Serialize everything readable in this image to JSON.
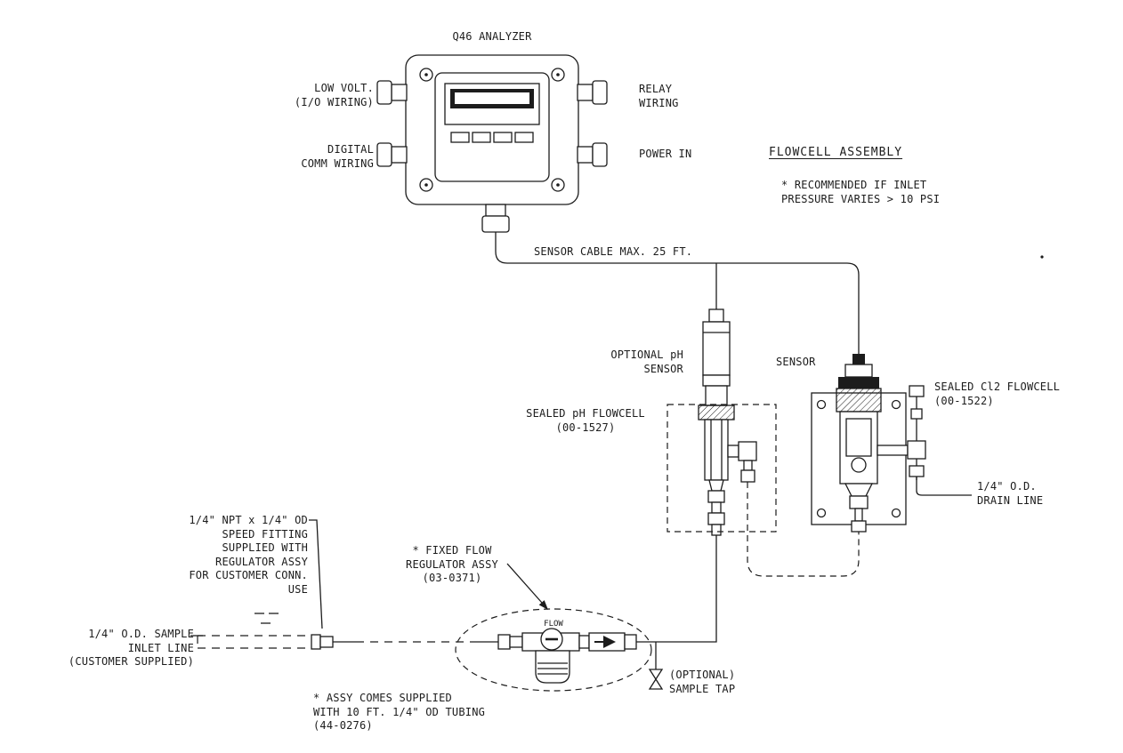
{
  "labels": {
    "analyzer_title": "Q46 ANALYZER",
    "low_volt": "LOW VOLT.\n(I/O WIRING)",
    "digital_comm": "DIGITAL\nCOMM WIRING",
    "relay_wiring": "RELAY\nWIRING",
    "power_in": "POWER IN",
    "flowcell_heading": "FLOWCELL ASSEMBLY",
    "flowcell_note": "* RECOMMENDED IF INLET\nPRESSURE VARIES > 10 PSI",
    "sensor_cable": "SENSOR CABLE MAX. 25 FT.",
    "optional_ph_sensor": "OPTIONAL pH\nSENSOR",
    "sensor": "SENSOR",
    "sealed_ph_flowcell": "SEALED pH FLOWCELL\n(00-1527)",
    "sealed_cl2_flowcell": "SEALED Cl2 FLOWCELL\n(00-1522)",
    "drain_line": "1/4\" O.D.\nDRAIN LINE",
    "speed_fitting": "1/4\" NPT x 1/4\" OD\nSPEED FITTING\nSUPPLIED WITH\nREGULATOR ASSY\nFOR CUSTOMER CONN.\nUSE",
    "sample_inlet": "1/4\" O.D. SAMPLE\nINLET LINE\n(CUSTOMER SUPPLIED)",
    "fixed_flow": "* FIXED FLOW\nREGULATOR ASSY\n(03-0371)",
    "assy_note": "* ASSY COMES SUPPLIED\nWITH 10 FT. 1/4\" OD TUBING\n(44-0276)",
    "sample_tap": "(OPTIONAL)\nSAMPLE TAP",
    "flow": "FLOW"
  },
  "colors": {
    "line": "#1c1c1c",
    "background": "#ffffff",
    "lcd": "#1c1c1c"
  }
}
